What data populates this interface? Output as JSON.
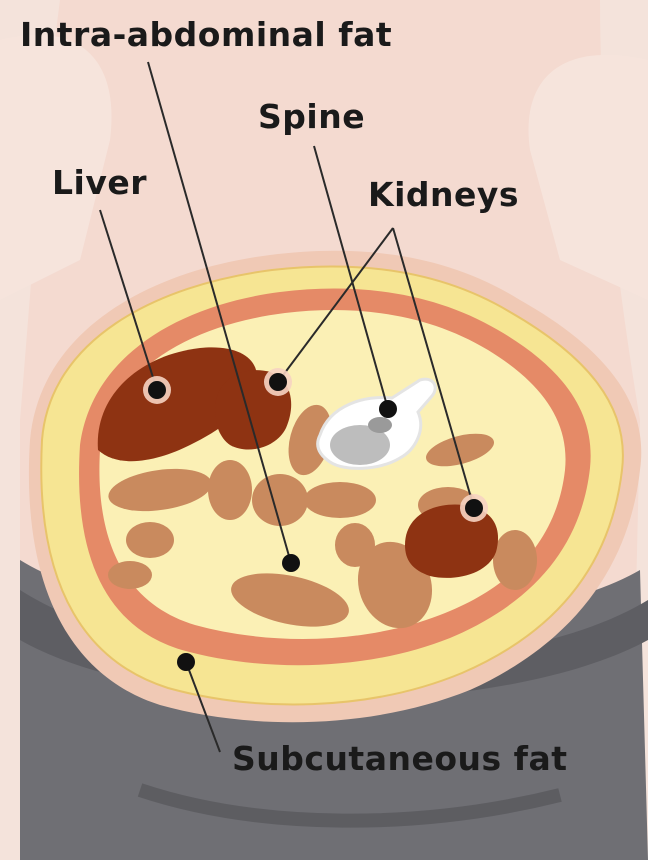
{
  "labels": {
    "intra_abdominal_fat": "Intra-abdominal fat",
    "spine": "Spine",
    "liver": "Liver",
    "kidneys": "Kidneys",
    "subcutaneous_fat": "Subcutaneous fat"
  },
  "colors": {
    "skin": "#f3dcd3",
    "pants": "#6f6f74",
    "subcutaneous_fat": "#f7e99a",
    "muscle": "#e48a68",
    "organ": "#c06a45",
    "liver": "#8e3312",
    "bone": "#ffffff",
    "marker": "#111111"
  }
}
